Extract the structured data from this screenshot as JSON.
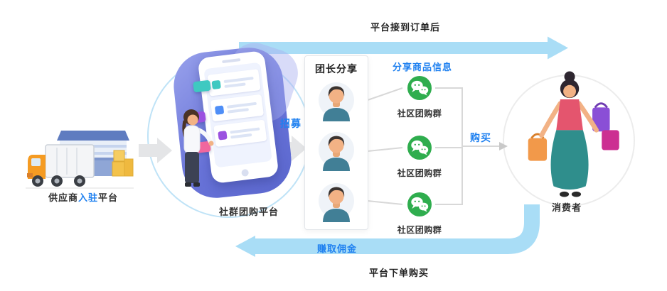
{
  "palette": {
    "accent_blue": "#1E80F0",
    "band_blue": "#A9DDF6",
    "arrow_gray": "#E4E5E7",
    "wechat_green": "#2FAD4E",
    "text_dark": "#2F2F2F"
  },
  "icons": {
    "supplier": "truck-warehouse",
    "platform": "smartphone-with-product-cards",
    "leader": "male-avatar",
    "group": "wechat-chat-bubbles",
    "consumer": "woman-shopper-with-bags"
  },
  "top_flow": {
    "note": "平台接到订单后"
  },
  "bottom_flow": {
    "band_label": "赚取佣金",
    "note": "平台下单购买"
  },
  "supplier": {
    "caption_prefix": "供应商",
    "caption_highlight": "入驻",
    "caption_suffix": "平台"
  },
  "platform": {
    "caption": "社群团购平台"
  },
  "labels": {
    "recruit": "招募",
    "share": "分享商品信息",
    "buy": "购买"
  },
  "leader_box": {
    "title": "团长分享"
  },
  "groups": [
    {
      "label": "社区团购群"
    },
    {
      "label": "社区团购群"
    },
    {
      "label": "社区团购群"
    }
  ],
  "consumer": {
    "caption": "消费者"
  }
}
